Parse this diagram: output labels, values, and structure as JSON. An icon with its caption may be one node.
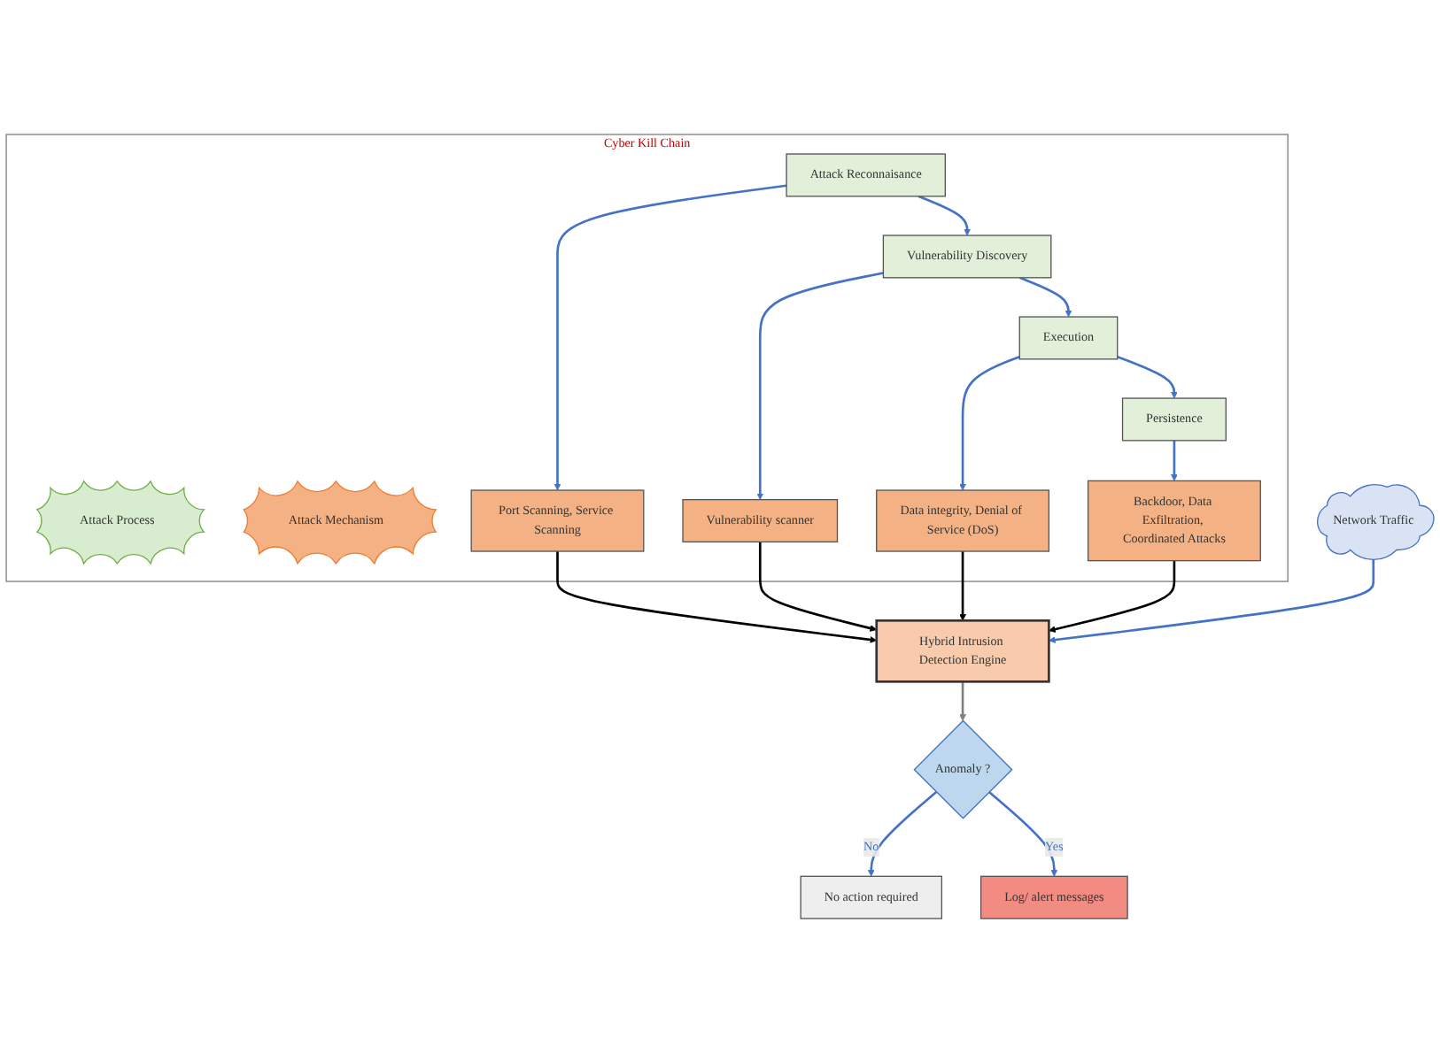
{
  "diagram": {
    "nodes": [
      {
        "text": [
          "Cyber Kill Chain"
        ]
      },
      {
        "text": [
          "Attack Process"
        ],
        "in": 0
      },
      {
        "text": [
          "Attack Reconnaisance"
        ],
        "in": 0
      },
      {
        "text": [
          "Vulnerability Discovery"
        ],
        "in": 0
      },
      {
        "text": [
          "Execution"
        ],
        "in": 0
      },
      {
        "text": [
          "Persistence"
        ],
        "in": 0
      },
      {
        "text": [
          "Attack Mechanism"
        ],
        "in": 0
      },
      {
        "text": [
          "Port Scanning, Service Scanning"
        ],
        "in": 0
      },
      {
        "text": [
          "Vulnerability scanner"
        ],
        "in": 0
      },
      {
        "text": [
          "Data integrity, Denial of Service (DoS)"
        ],
        "in": 0
      },
      {
        "text": [
          "Backdoor, Data Exfiltration, Coordinated Attacks"
        ],
        "in": 0
      },
      {
        "text": [
          "Network Traffic"
        ]
      },
      {
        "text": [
          "Hybrid Intrusion Detection Engine"
        ]
      },
      {
        "text": [
          "Anomaly ?"
        ]
      },
      {
        "text": [
          "No action required"
        ]
      },
      {
        "text": [
          "Log/ alert messages"
        ]
      }
    ],
    "edges": [
      {
        "from": 2,
        "to": 3,
        "arrow": "to"
      },
      {
        "from": 3,
        "to": 4,
        "arrow": "to"
      },
      {
        "from": 4,
        "to": 5,
        "arrow": "to"
      },
      {
        "from": 2,
        "to": 7,
        "arrow": "to"
      },
      {
        "from": 3,
        "to": 8,
        "arrow": "to"
      },
      {
        "from": 4,
        "to": 9,
        "arrow": "to"
      },
      {
        "from": 5,
        "to": 10,
        "arrow": "to"
      },
      {
        "from": 7,
        "to": 12,
        "arrow": "to",
        "color": "#000000"
      },
      {
        "from": 8,
        "to": 12,
        "arrow": "to",
        "color": "#000000"
      },
      {
        "from": 9,
        "to": 12,
        "arrow": "to",
        "color": "#000000"
      },
      {
        "from": 10,
        "to": 12,
        "arrow": "to",
        "color": "#000000"
      },
      {
        "from": 11,
        "to": 12,
        "arrow": "to"
      },
      {
        "from": 12,
        "to": 13,
        "arrow": "to",
        "color": "#808080"
      },
      {
        "from": 13,
        "to": 14,
        "label": "No",
        "arrow": "to"
      },
      {
        "from": 13,
        "to": 15,
        "label": "Yes",
        "arrow": "to"
      }
    ]
  }
}
